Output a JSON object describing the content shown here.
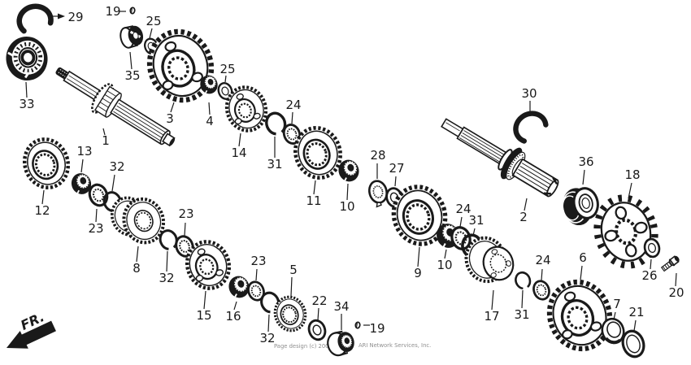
{
  "figure": {
    "fr_label": "FR.",
    "watermark_left": "Page design (c) 2004-2",
    "watermark_right": "ARI Network Services, Inc."
  },
  "callouts": {
    "c1": {
      "label": "1"
    },
    "c2": {
      "label": "2"
    },
    "c3": {
      "label": "3"
    },
    "c4": {
      "label": "4"
    },
    "c5": {
      "label": "5"
    },
    "c6": {
      "label": "6"
    },
    "c7": {
      "label": "7"
    },
    "c8": {
      "label": "8"
    },
    "c9": {
      "label": "9"
    },
    "c10a": {
      "label": "10"
    },
    "c10b": {
      "label": "10"
    },
    "c11": {
      "label": "11"
    },
    "c12": {
      "label": "12"
    },
    "c13": {
      "label": "13"
    },
    "c14": {
      "label": "14"
    },
    "c15": {
      "label": "15"
    },
    "c16": {
      "label": "16"
    },
    "c17": {
      "label": "17"
    },
    "c18": {
      "label": "18"
    },
    "c19a": {
      "label": "19"
    },
    "c19b": {
      "label": "19"
    },
    "c20": {
      "label": "20"
    },
    "c21": {
      "label": "21"
    },
    "c22": {
      "label": "22"
    },
    "c23a": {
      "label": "23"
    },
    "c23b": {
      "label": "23"
    },
    "c23c": {
      "label": "23"
    },
    "c24a": {
      "label": "24"
    },
    "c24b": {
      "label": "24"
    },
    "c24c": {
      "label": "24"
    },
    "c25a": {
      "label": "25"
    },
    "c25b": {
      "label": "25"
    },
    "c26": {
      "label": "26"
    },
    "c27": {
      "label": "27"
    },
    "c28": {
      "label": "28"
    },
    "c29": {
      "label": "29"
    },
    "c30": {
      "label": "30"
    },
    "c31a": {
      "label": "31"
    },
    "c31b": {
      "label": "31"
    },
    "c31c": {
      "label": "31"
    },
    "c32a": {
      "label": "32"
    },
    "c32b": {
      "label": "32"
    },
    "c32c": {
      "label": "32"
    },
    "c33": {
      "label": "33"
    },
    "c34": {
      "label": "34"
    },
    "c35": {
      "label": "35"
    },
    "c36": {
      "label": "36"
    }
  }
}
